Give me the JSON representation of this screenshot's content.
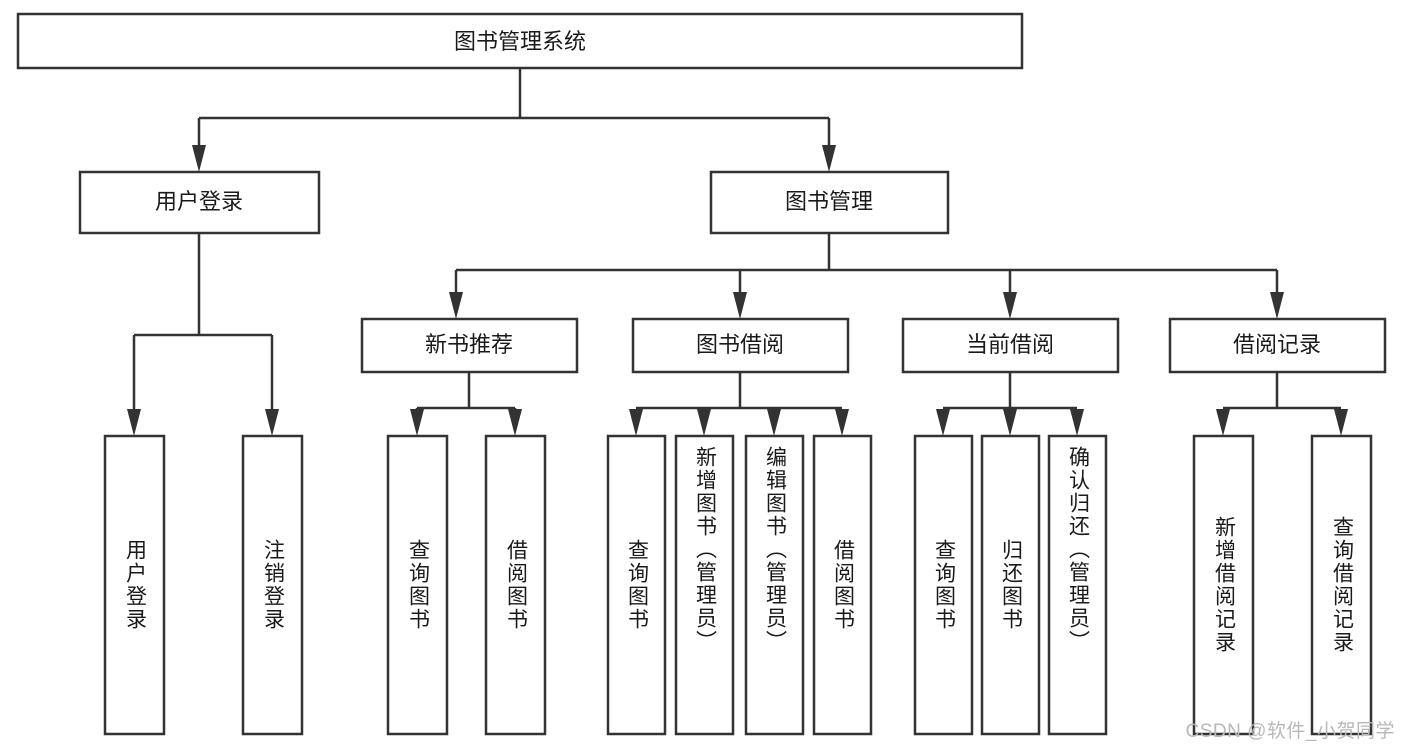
{
  "diagram": {
    "type": "hierarchy-tree",
    "title": "图书管理系统",
    "watermark": "CSDN @软件_小贺同学",
    "colors": {
      "box_stroke": "#333333",
      "box_fill": "#ffffff",
      "text": "#1a1a1a",
      "background": "#ffffff",
      "watermark": "#b8b8b8"
    },
    "root": {
      "label": "图书管理系统"
    },
    "level2": [
      {
        "label": "用户登录"
      },
      {
        "label": "图书管理"
      }
    ],
    "level3": [
      {
        "label": "新书推荐"
      },
      {
        "label": "图书借阅"
      },
      {
        "label": "当前借阅"
      },
      {
        "label": "借阅记录"
      }
    ],
    "leaves": {
      "user_login": [
        {
          "label": "用户登录"
        },
        {
          "label": "注销登录"
        }
      ],
      "new_book_recommend": [
        {
          "label": "查询图书"
        },
        {
          "label": "借阅图书"
        }
      ],
      "book_borrow": [
        {
          "label": "查询图书"
        },
        {
          "label": "新增图书（管理员）"
        },
        {
          "label": "编辑图书（管理员）"
        },
        {
          "label": "借阅图书"
        }
      ],
      "current_borrow": [
        {
          "label": "查询图书"
        },
        {
          "label": "归还图书"
        },
        {
          "label": "确认归还（管理员）"
        }
      ],
      "borrow_record": [
        {
          "label": "新增借阅记录"
        },
        {
          "label": "查询借阅记录"
        }
      ]
    }
  }
}
